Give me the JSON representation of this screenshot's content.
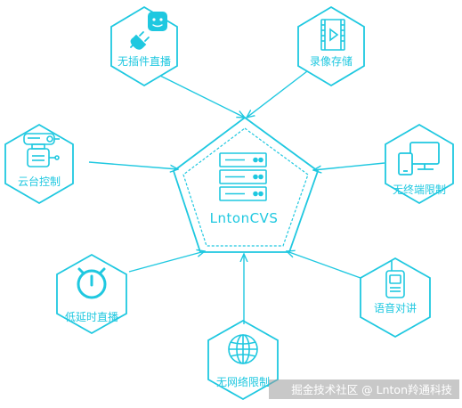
{
  "center": {
    "label": "LntonCVS"
  },
  "nodes": [
    {
      "id": "wireless-live",
      "label": "无插件直播",
      "icon": "plug-icon"
    },
    {
      "id": "recording",
      "label": "录像存储",
      "icon": "video-file-icon"
    },
    {
      "id": "ptz",
      "label": "云台控制",
      "icon": "ptz-camera-icon"
    },
    {
      "id": "no-terminal-limit",
      "label": "无终端限制",
      "icon": "devices-icon"
    },
    {
      "id": "low-latency",
      "label": "低延时直播",
      "icon": "timer-icon"
    },
    {
      "id": "voice-intercom",
      "label": "语音对讲",
      "icon": "walkie-talkie-icon"
    },
    {
      "id": "no-network-limit",
      "label": "无网络限制",
      "icon": "globe-icon"
    }
  ],
  "watermark": "掘金技术社区 @ Lnton羚通科技",
  "colors": {
    "accent": "#1fc8e0",
    "watermark_bg": "#9a9a9a"
  }
}
